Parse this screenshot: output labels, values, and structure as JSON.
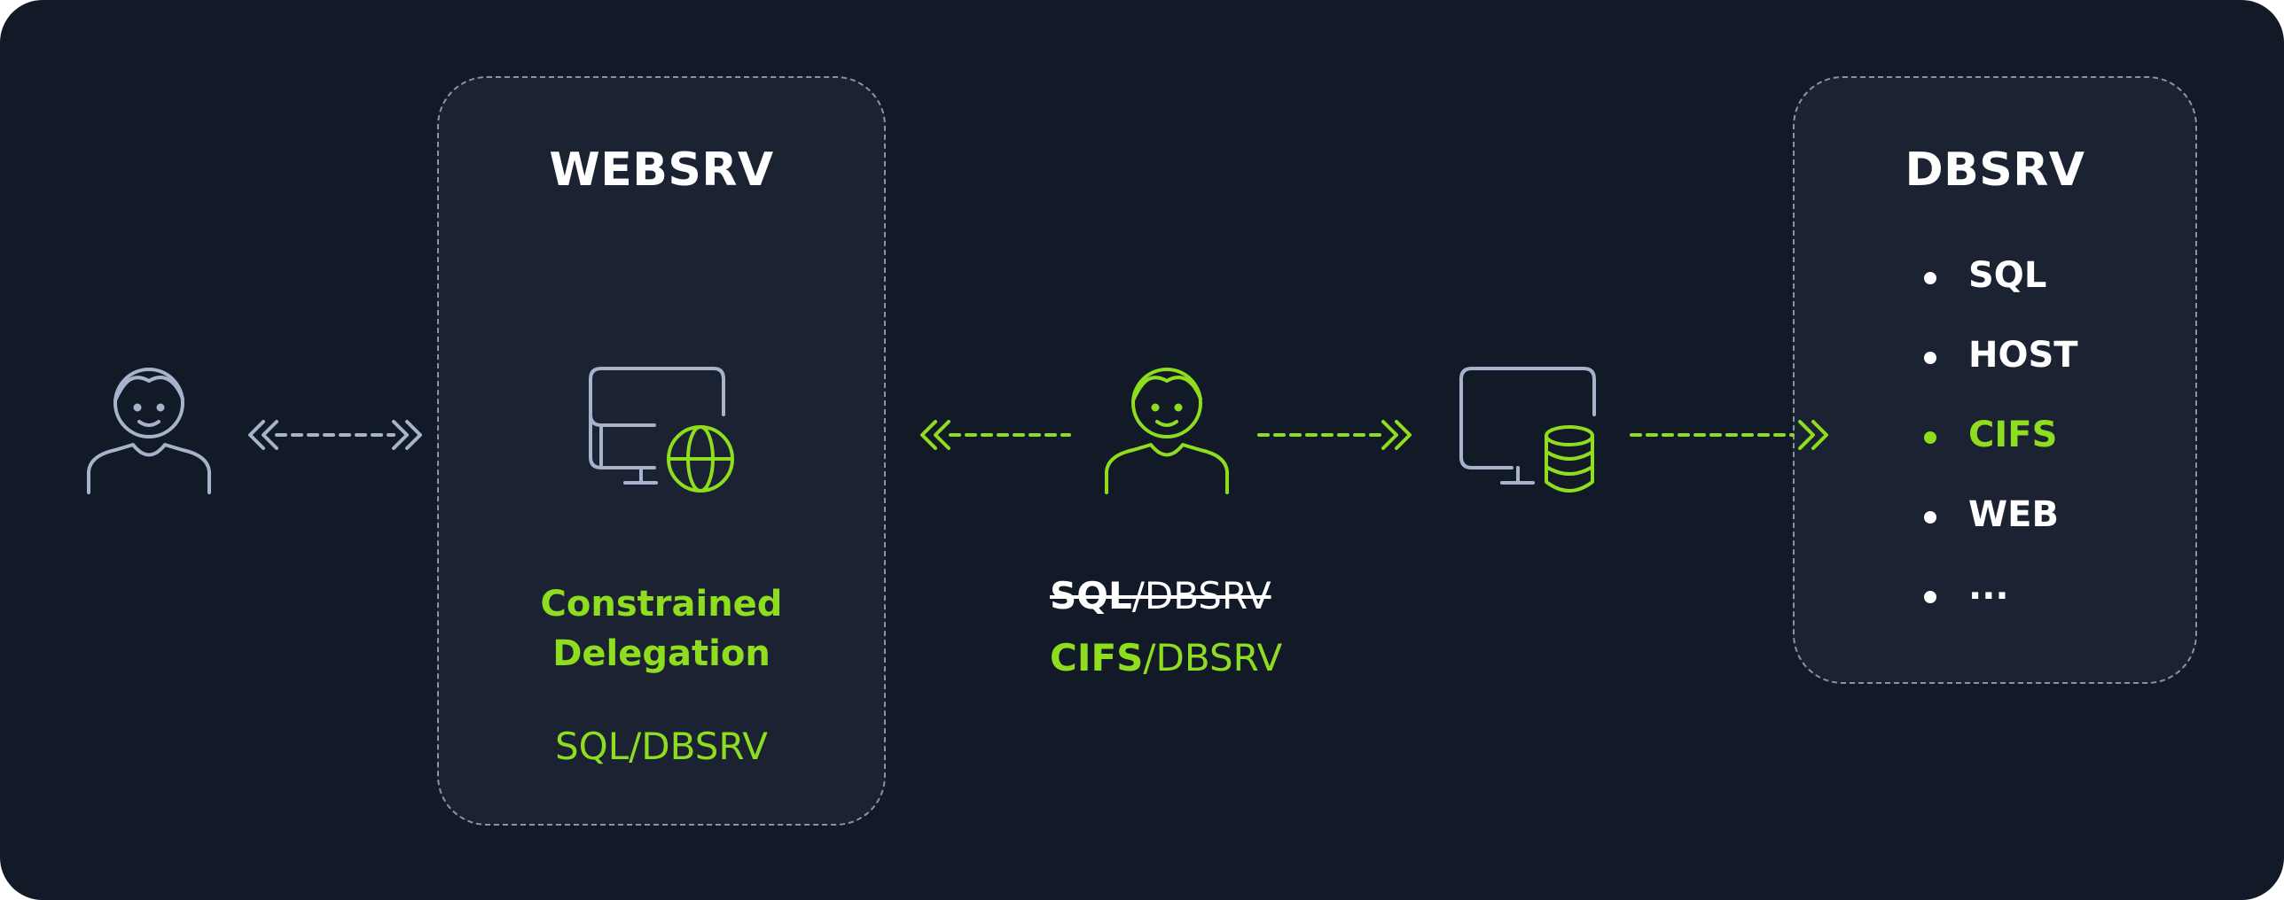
{
  "websrv": {
    "title": "WEBSRV",
    "delegation_line1": "Constrained",
    "delegation_line2": "Delegation",
    "allowed_spn": "SQL/DBSRV"
  },
  "ticket": {
    "original_service": "SQL",
    "original_rest": "/DBSRV",
    "modified_service": "CIFS",
    "modified_rest": "/DBSRV"
  },
  "dbsrv": {
    "title": "DBSRV",
    "services": [
      "SQL",
      "HOST",
      "CIFS",
      "WEB",
      "..."
    ],
    "highlighted_service": "CIFS"
  },
  "colors": {
    "background": "#131a27",
    "panel": "#1b2333",
    "accent": "#8fdd1f",
    "neutral": "#a7b2cc",
    "text": "#ffffff"
  },
  "icons": {
    "user": "user-icon",
    "attacker": "attacker-user-icon",
    "web_server": "monitor-globe-icon",
    "db_server": "monitor-database-icon"
  }
}
